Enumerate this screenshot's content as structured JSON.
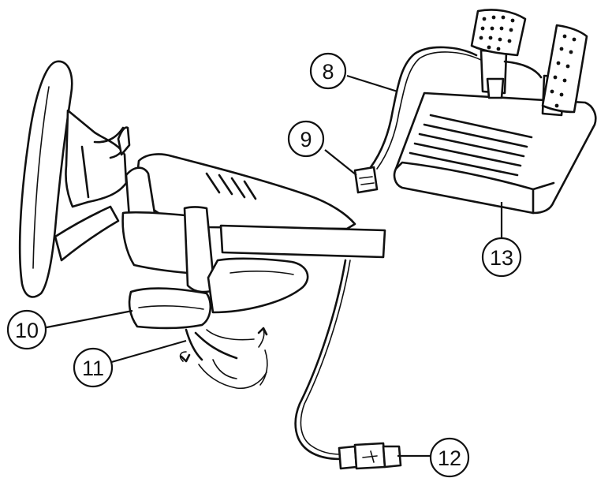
{
  "callouts": [
    {
      "id": "8",
      "label": "8"
    },
    {
      "id": "9",
      "label": "9"
    },
    {
      "id": "10",
      "label": "10"
    },
    {
      "id": "11",
      "label": "11"
    },
    {
      "id": "12",
      "label": "12"
    },
    {
      "id": "13",
      "label": "13"
    }
  ],
  "colors": {
    "ink": "#111111",
    "paper": "#ffffff"
  }
}
